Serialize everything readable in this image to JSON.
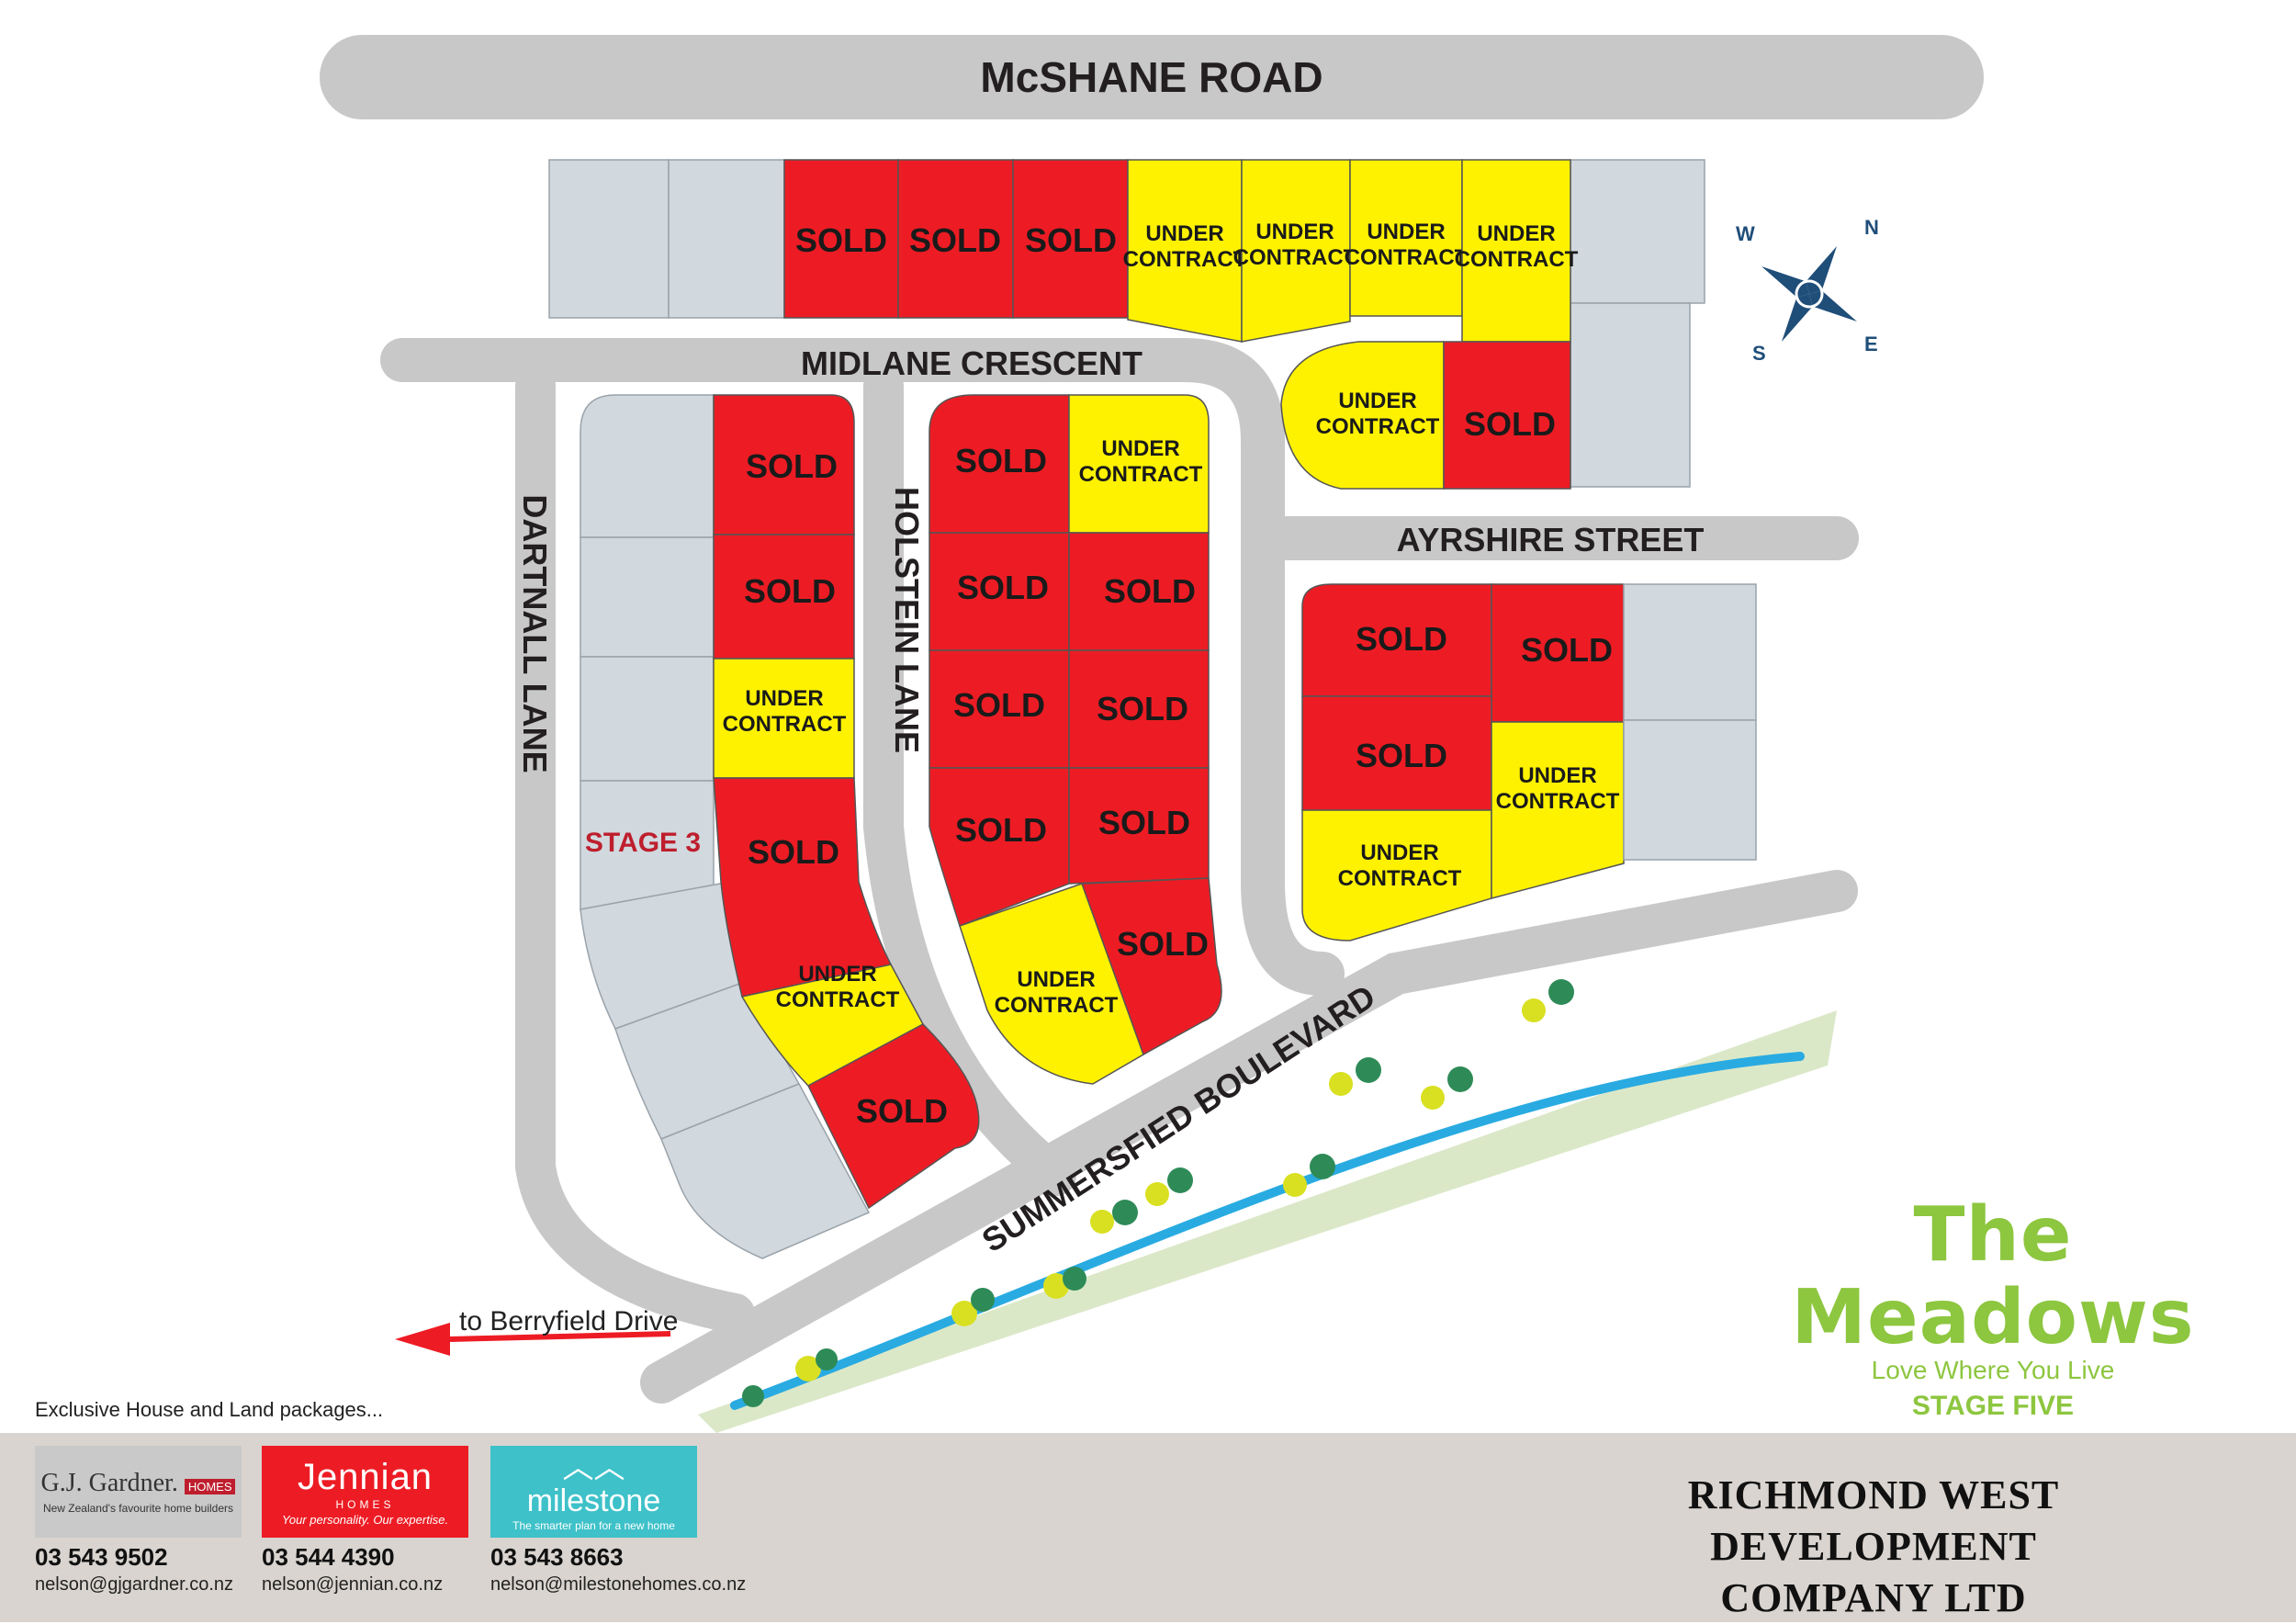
{
  "roads": {
    "top": "McSHANE ROAD",
    "midlane": "MIDLANE CRESCENT",
    "ayrshire": "AYRSHIRE STREET",
    "dartnall": "DARTNALL LANE",
    "holstein": "HOLSTEIN LANE",
    "summersfied": "SUMMERSFIED BOULEVARD"
  },
  "labels": {
    "sold": "SOLD",
    "under": "UNDER",
    "contract": "CONTRACT",
    "stage3": "STAGE 3",
    "berryfield": "to Berryfield Drive"
  },
  "lots": [
    {
      "id": "a1",
      "status": "sold"
    },
    {
      "id": "a2",
      "status": "sold"
    },
    {
      "id": "a3",
      "status": "sold"
    },
    {
      "id": "a4",
      "status": "under_contract"
    },
    {
      "id": "a5",
      "status": "under_contract"
    },
    {
      "id": "a6",
      "status": "under_contract"
    },
    {
      "id": "a7",
      "status": "under_contract"
    },
    {
      "id": "b1",
      "status": "under_contract"
    },
    {
      "id": "b2",
      "status": "sold"
    },
    {
      "id": "c1",
      "status": "sold"
    },
    {
      "id": "c2",
      "status": "sold"
    },
    {
      "id": "c3",
      "status": "under_contract"
    },
    {
      "id": "c4",
      "status": "sold"
    },
    {
      "id": "c5",
      "status": "under_contract"
    },
    {
      "id": "c6",
      "status": "sold"
    },
    {
      "id": "d1",
      "status": "sold"
    },
    {
      "id": "d2",
      "status": "under_contract"
    },
    {
      "id": "d3",
      "status": "sold"
    },
    {
      "id": "d4",
      "status": "sold"
    },
    {
      "id": "d5",
      "status": "sold"
    },
    {
      "id": "d6",
      "status": "sold"
    },
    {
      "id": "d7",
      "status": "sold"
    },
    {
      "id": "d8",
      "status": "sold"
    },
    {
      "id": "d9",
      "status": "under_contract"
    },
    {
      "id": "d10",
      "status": "sold"
    },
    {
      "id": "e1",
      "status": "sold"
    },
    {
      "id": "e2",
      "status": "sold"
    },
    {
      "id": "e3",
      "status": "sold"
    },
    {
      "id": "e4",
      "status": "under_contract"
    },
    {
      "id": "e5",
      "status": "under_contract"
    }
  ],
  "compass": {
    "n": "N",
    "s": "S",
    "e": "E",
    "w": "W"
  },
  "brand": {
    "title": "The Meadows",
    "tagline": "Love Where You Live",
    "stage": "STAGE FIVE"
  },
  "footer": {
    "tagline": "Exclusive House and Land packages...",
    "builders": [
      {
        "name": "G.J. Gardner.",
        "suffix": "HOMES",
        "sub": "New Zealand's favourite home builders",
        "phone": "03 543 9502",
        "email": "nelson@gjgardner.co.nz"
      },
      {
        "name": "Jennian",
        "suffix": "HOMES",
        "sub": "Your personality. Our expertise.",
        "phone": "03 544 4390",
        "email": "nelson@jennian.co.nz"
      },
      {
        "name": "milestone",
        "suffix": "",
        "sub": "The smarter plan for a new home",
        "phone": "03 543 8663",
        "email": "nelson@milestonehomes.co.nz"
      }
    ],
    "company_line1": "RICHMOND WEST DEVELOPMENT",
    "company_line2": "COMPANY LTD"
  },
  "colors": {
    "sold": "#ed1c24",
    "under_contract": "#fff200",
    "available": "#d1d8de",
    "road": "#c8c8c8",
    "brand_green": "#8dc63f"
  }
}
